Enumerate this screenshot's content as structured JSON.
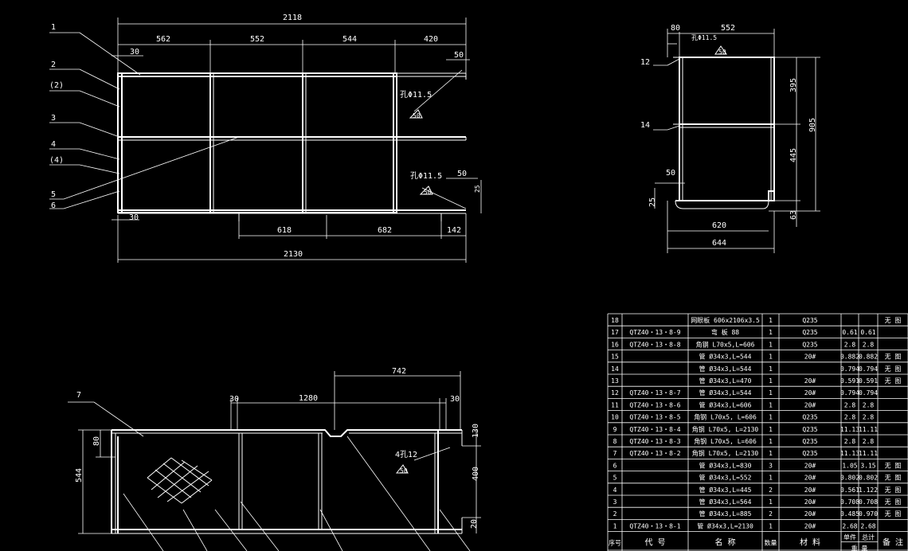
{
  "colors": {
    "background": "#000000",
    "lines": "#ffffff"
  },
  "front_view": {
    "dims": {
      "overall_top": "2118",
      "seg1": "562",
      "seg2": "552",
      "seg3": "544",
      "seg4": "420",
      "left_top": "30",
      "right_top": "50",
      "left_bottom": "30",
      "bottom1": "618",
      "bottom2": "682",
      "bottom3": "142",
      "overall_bottom": "2130",
      "hole_upper": "孔Φ11.5",
      "hole_upper_sub": "50",
      "hole_lower": "孔Φ11.5",
      "hole_lower_sub": "50",
      "lower_right_50": "50",
      "lower_right_25": "25"
    },
    "callouts": [
      "1",
      "2",
      "(2)",
      "3",
      "4",
      "(4)",
      "5",
      "6"
    ]
  },
  "side_view": {
    "dims": {
      "top_80": "80",
      "top_552": "552",
      "hole": "孔Φ11.5",
      "hole_sub": "50",
      "h_395": "395",
      "h_905": "905",
      "h_445": "445",
      "h_63": "63",
      "left_50": "50",
      "left_25": "25",
      "bottom_620": "620",
      "bottom_644": "644"
    },
    "callouts": [
      "12",
      "14"
    ]
  },
  "plan_view": {
    "dims": {
      "top_742": "742",
      "top_1280": "1280",
      "left_30": "30",
      "right_30": "30",
      "h_544": "544",
      "h_80": "80",
      "h_130": "130",
      "h_400": "400",
      "h_20": "20",
      "holes": "4孔12",
      "holes_sub": "50"
    },
    "callouts": [
      "7"
    ]
  },
  "bom": {
    "header": {
      "no": "序号",
      "code": "代 号",
      "name": "名 称",
      "qty": "数量",
      "material": "材 料",
      "unit_wt": "单件",
      "total_wt": "总计",
      "weight": "重 量",
      "remark": "备 注"
    },
    "rows": [
      {
        "no": "18",
        "code": "",
        "name": "网眼板 606x2106x3.5",
        "qty": "1",
        "material": "Q235",
        "unit": "",
        "total": "",
        "remark": "无 图"
      },
      {
        "no": "17",
        "code": "QTZ40・13・8-9",
        "name": "弯 板 88",
        "qty": "1",
        "material": "Q235",
        "unit": "0.61",
        "total": "0.61",
        "remark": ""
      },
      {
        "no": "16",
        "code": "QTZ40・13・8-8",
        "name": "角钢 L70x5,L=606",
        "qty": "1",
        "material": "Q235",
        "unit": "2.8",
        "total": "2.8",
        "remark": ""
      },
      {
        "no": "15",
        "code": "",
        "name": "管 Ø34x3,L=544",
        "qty": "1",
        "material": "20#",
        "unit": "0.882",
        "total": "0.882",
        "remark": "无 图"
      },
      {
        "no": "14",
        "code": "",
        "name": "管 Ø34x3,L=544",
        "qty": "1",
        "material": "",
        "unit": "0.794",
        "total": "0.794",
        "remark": "无 图"
      },
      {
        "no": "13",
        "code": "",
        "name": "管 Ø34x3,L=470",
        "qty": "1",
        "material": "20#",
        "unit": "0.591",
        "total": "0.591",
        "remark": "无 图"
      },
      {
        "no": "12",
        "code": "QTZ40・13・8-7",
        "name": "管 Ø34x3,L=544",
        "qty": "1",
        "material": "20#",
        "unit": "0.794",
        "total": "0.794",
        "remark": ""
      },
      {
        "no": "11",
        "code": "QTZ40・13・8-6",
        "name": "管 Ø34x3,L=606",
        "qty": "1",
        "material": "20#",
        "unit": "2.8",
        "total": "2.8",
        "remark": ""
      },
      {
        "no": "10",
        "code": "QTZ40・13・8-5",
        "name": "角钢 L70x5, L=606",
        "qty": "1",
        "material": "Q235",
        "unit": "2.8",
        "total": "2.8",
        "remark": ""
      },
      {
        "no": "9",
        "code": "QTZ40・13・8-4",
        "name": "角钢 L70x5, L=2130",
        "qty": "1",
        "material": "Q235",
        "unit": "11.13",
        "total": "11.11",
        "remark": ""
      },
      {
        "no": "8",
        "code": "QTZ40・13・8-3",
        "name": "角钢 L70x5, L=606",
        "qty": "1",
        "material": "Q235",
        "unit": "2.8",
        "total": "2.8",
        "remark": ""
      },
      {
        "no": "7",
        "code": "QTZ40・13・8-2",
        "name": "角钢 L70x5, L=2130",
        "qty": "1",
        "material": "Q235",
        "unit": "11.13",
        "total": "11.11",
        "remark": ""
      },
      {
        "no": "6",
        "code": "",
        "name": "管 Ø34x3,L=830",
        "qty": "3",
        "material": "20#",
        "unit": "1.05",
        "total": "3.15",
        "remark": "无 图"
      },
      {
        "no": "5",
        "code": "",
        "name": "管 Ø34x3,L=552",
        "qty": "1",
        "material": "20#",
        "unit": "0.802",
        "total": "0.802",
        "remark": "无 图"
      },
      {
        "no": "4",
        "code": "",
        "name": "管 Ø34x3,L=445",
        "qty": "2",
        "material": "20#",
        "unit": "0.561",
        "total": "1.122",
        "remark": "无 图"
      },
      {
        "no": "3",
        "code": "",
        "name": "管 Ø34x3,L=564",
        "qty": "1",
        "material": "20#",
        "unit": "0.708",
        "total": "0.708",
        "remark": "无 图"
      },
      {
        "no": "2",
        "code": "",
        "name": "管 Ø34x3,L=885",
        "qty": "2",
        "material": "20#",
        "unit": "0.485",
        "total": "0.970",
        "remark": "无 图"
      },
      {
        "no": "1",
        "code": "QTZ40・13・8-1",
        "name": "管 Ø34x3,L=2130",
        "qty": "1",
        "material": "20#",
        "unit": "2.68",
        "total": "2.68",
        "remark": ""
      }
    ]
  }
}
